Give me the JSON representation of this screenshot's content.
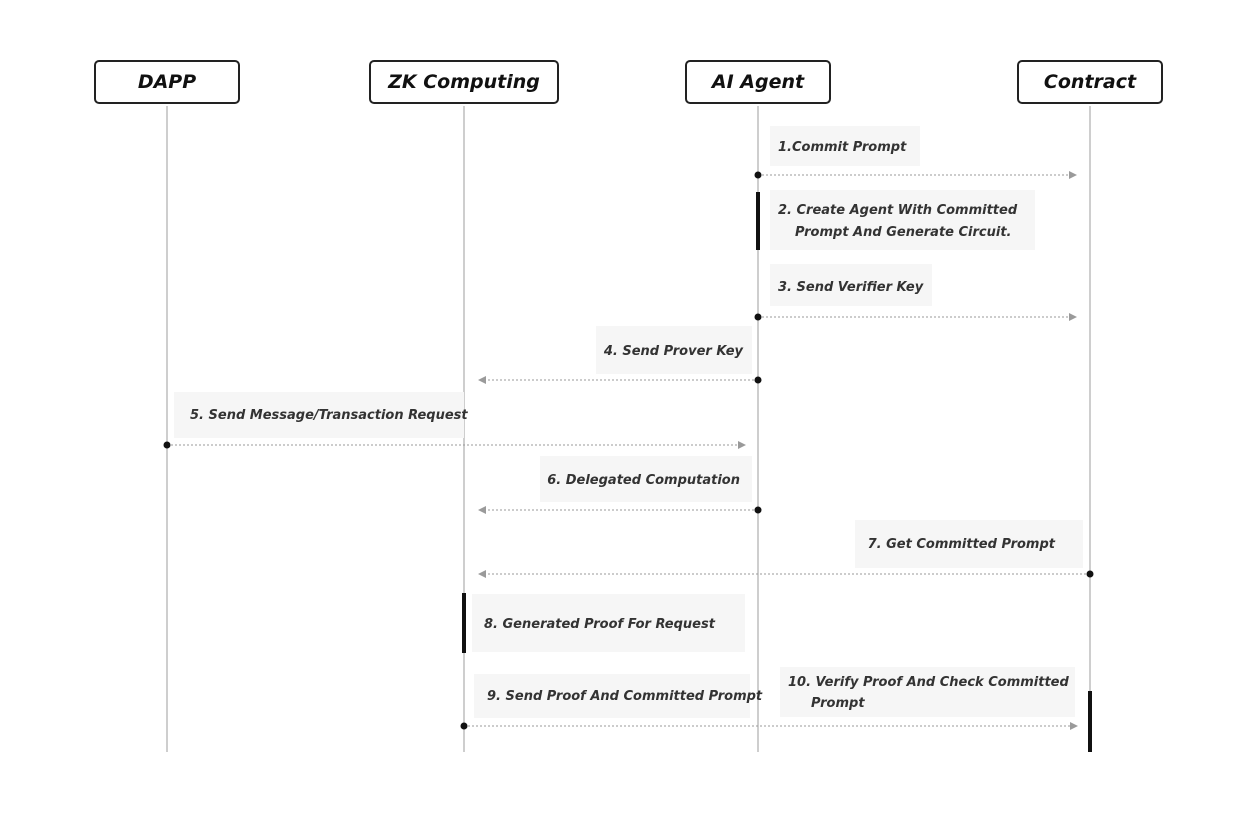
{
  "actors": [
    {
      "id": "dapp",
      "label": "DAPP"
    },
    {
      "id": "zk",
      "label": "ZK Computing"
    },
    {
      "id": "agent",
      "label": "AI Agent"
    },
    {
      "id": "contract",
      "label": "Contract"
    }
  ],
  "messages": [
    {
      "id": "m1",
      "lines": [
        "1.Commit Prompt"
      ]
    },
    {
      "id": "m2",
      "lines": [
        "2. Create Agent With Committed",
        "Prompt And Generate Circuit."
      ]
    },
    {
      "id": "m3",
      "lines": [
        "3. Send Verifier Key"
      ]
    },
    {
      "id": "m4",
      "lines": [
        "4. Send Prover Key"
      ]
    },
    {
      "id": "m5",
      "lines": [
        "5. Send Message/Transaction Request"
      ]
    },
    {
      "id": "m6",
      "lines": [
        "6. Delegated Computation"
      ]
    },
    {
      "id": "m7",
      "lines": [
        "7. Get Committed Prompt"
      ]
    },
    {
      "id": "m8",
      "lines": [
        "8. Generated Proof For Request"
      ]
    },
    {
      "id": "m9",
      "lines": [
        "9. Send Proof And Committed Prompt"
      ]
    },
    {
      "id": "m10",
      "lines": [
        "10. Verify Proof And Check Committed",
        "Prompt"
      ]
    }
  ]
}
